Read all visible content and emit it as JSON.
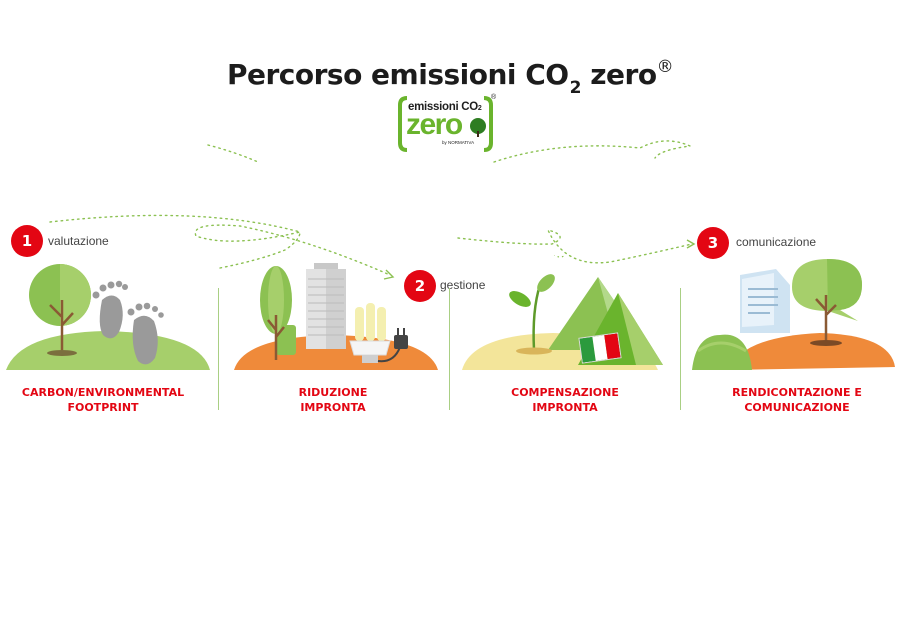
{
  "header": {
    "title_main": "Percorso emissioni CO",
    "title_sub": "2",
    "title_end": " zero",
    "title_reg": "®"
  },
  "logo": {
    "line1": "emissioni CO",
    "line1_sub": "2",
    "main": "zero",
    "byline": "by NORMATIVA",
    "reg": "®"
  },
  "steps": [
    {
      "number": "1",
      "label": "valutazione"
    },
    {
      "number": "2",
      "label": "gestione"
    },
    {
      "number": "3",
      "label": "comunicazione"
    }
  ],
  "panels": [
    {
      "caption": "CARBON/ENVIRONMENTAL\nFOOTPRINT"
    },
    {
      "caption": "RIDUZIONE\nIMPRONTA"
    },
    {
      "caption": "COMPENSAZIONE\nIMPRONTA"
    },
    {
      "caption": "RENDICONTAZIONE E\nCOMUNICAZIONE"
    }
  ],
  "colors": {
    "accent_red": "#e30613",
    "green": "#6ab42d",
    "light_green": "#a6cf6b",
    "orange": "#ef8a3a",
    "sand": "#f3e59a",
    "gray": "#9a9a9a"
  }
}
